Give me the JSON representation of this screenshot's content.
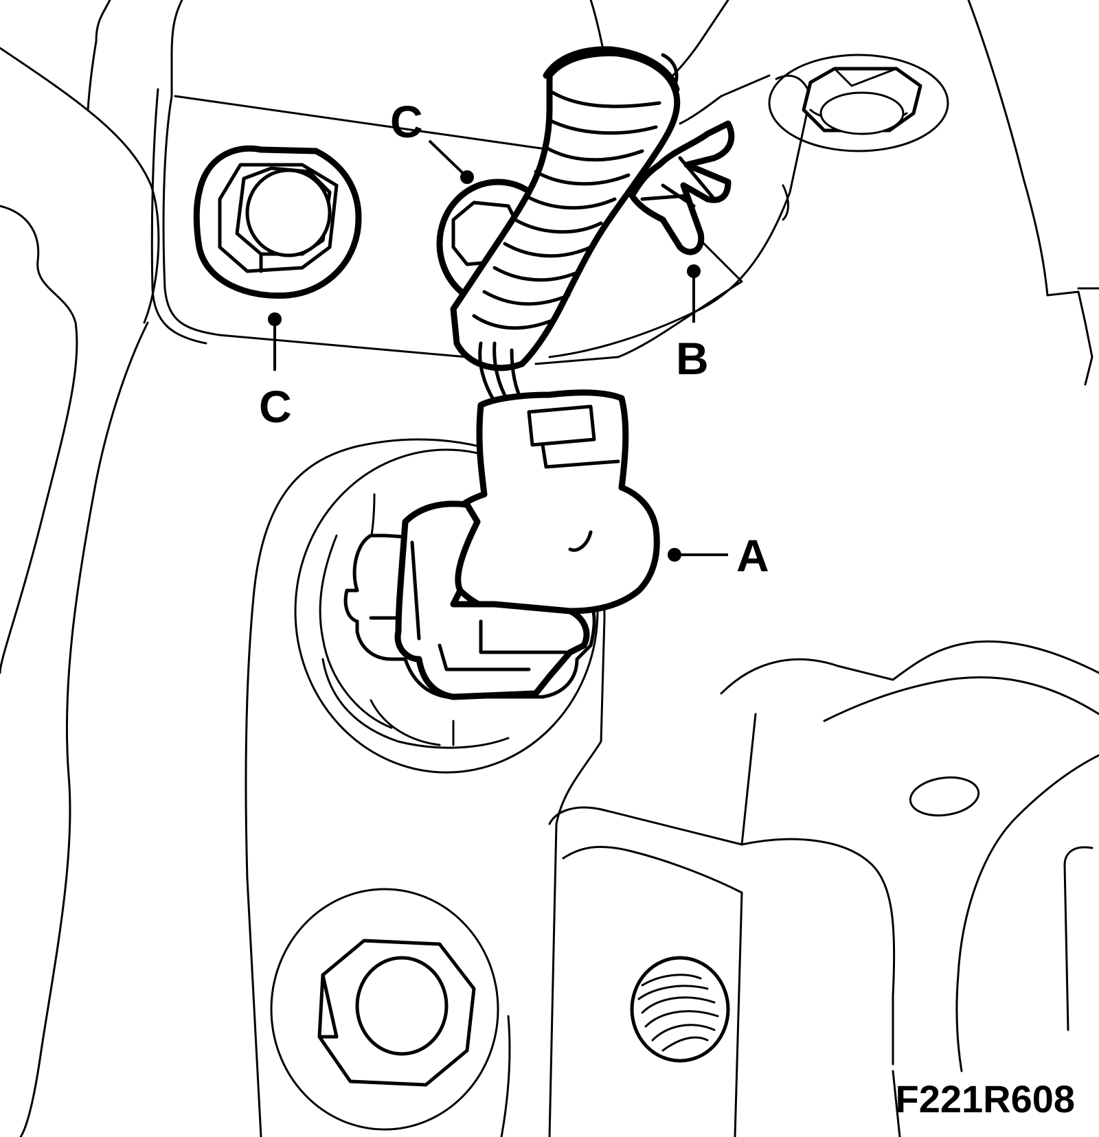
{
  "figure_code": "F221R608",
  "callouts": {
    "a": "A",
    "b": "B",
    "c_top": "C",
    "c_left": "C"
  }
}
